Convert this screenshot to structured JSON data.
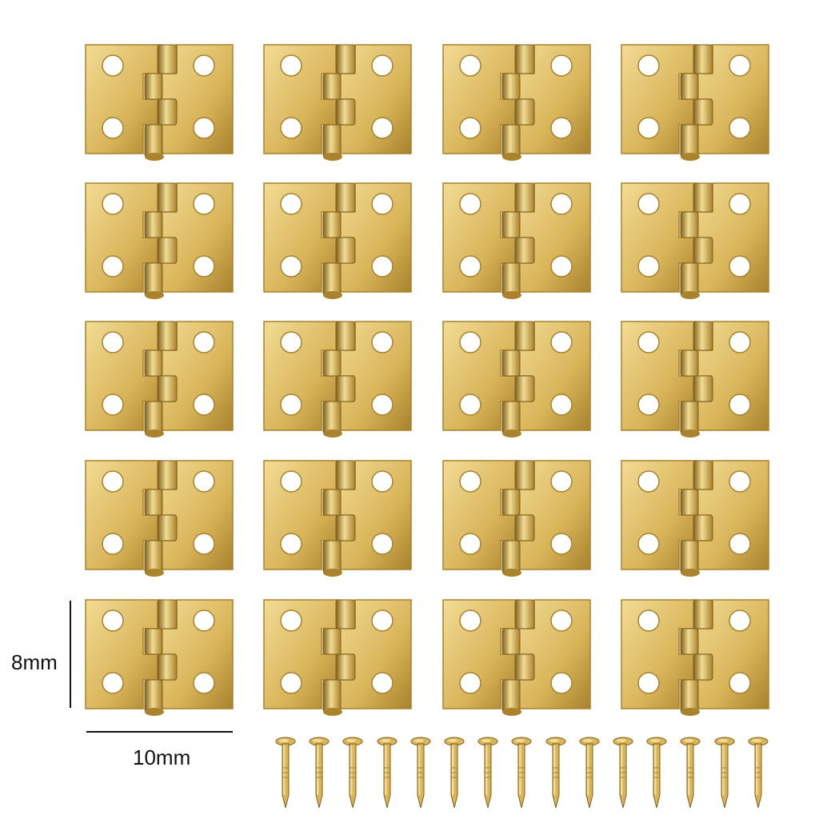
{
  "product": {
    "hinge_count": 20,
    "grid_rows": 5,
    "grid_cols": 4,
    "nail_count": 15
  },
  "dimensions": {
    "height_label": "8mm",
    "width_label": "10mm"
  },
  "colors": {
    "background": "#ffffff",
    "brass_light": "#f2dc95",
    "brass_mid": "#d9b55a",
    "brass_dark": "#a9822c",
    "brass_shadow": "#7e5f1a",
    "dimension_line": "#111111"
  }
}
